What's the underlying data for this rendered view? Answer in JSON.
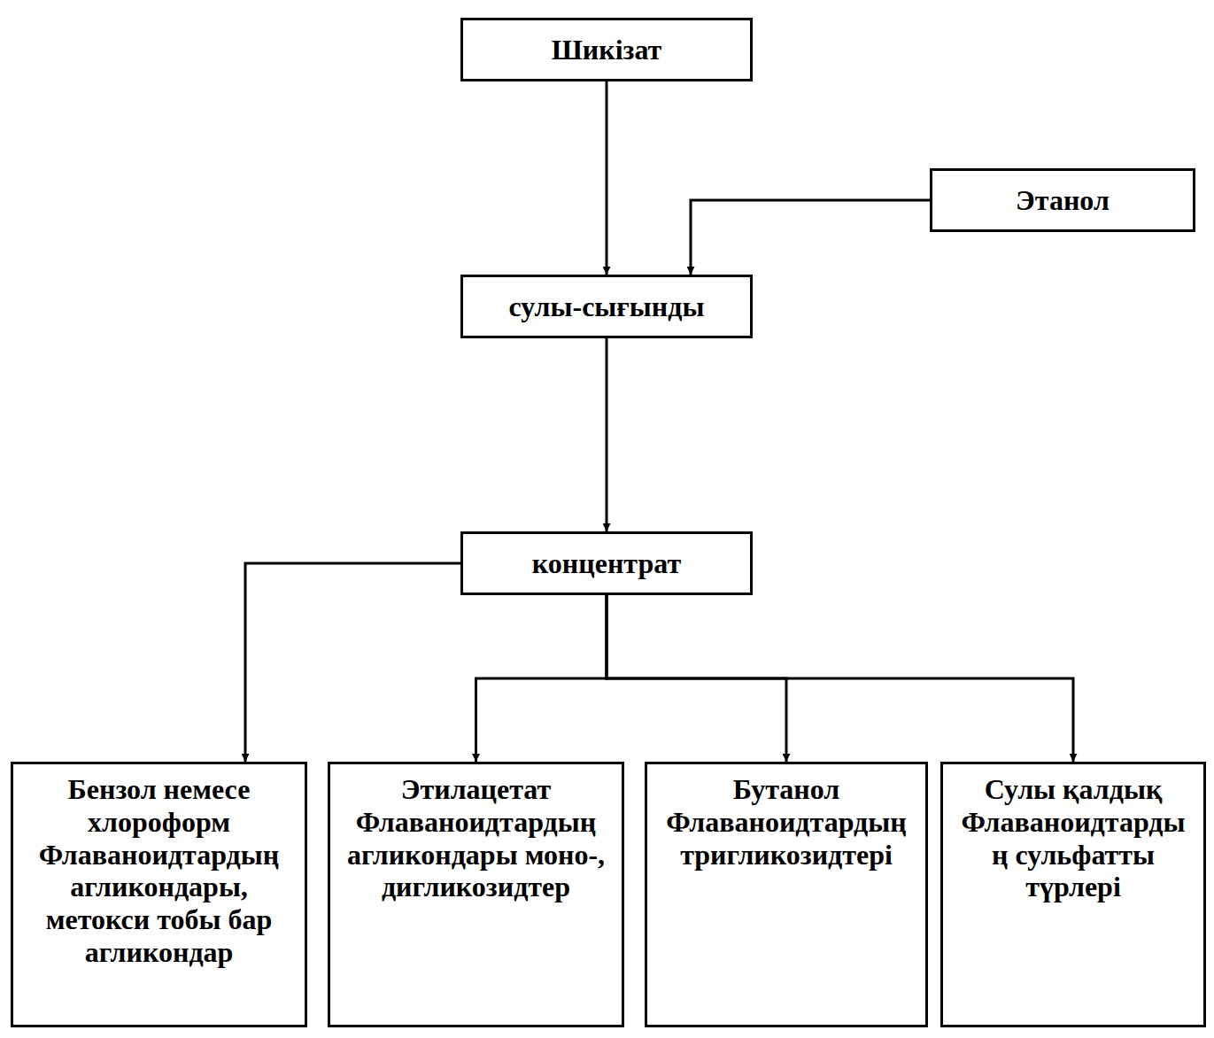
{
  "diagram": {
    "nodes": [
      {
        "text": [
          "Шикізат"
        ]
      },
      {
        "text": [
          "Этанол"
        ]
      },
      {
        "text": [
          "сулы-сығынды"
        ]
      },
      {
        "text": [
          "концентрат"
        ]
      },
      {
        "text": [
          "Бензол немесе хлороформ",
          "Флаваноидтардың агликондары, метокси тобы бар агликондар"
        ]
      },
      {
        "text": [
          "Этилацетат",
          "Флаваноидтардың агликондары моно-, дигликозидтер"
        ]
      },
      {
        "text": [
          "Бутанол",
          "Флаваноидтардың тригликозидтері"
        ]
      },
      {
        "text": [
          "Сулы қалдық",
          "Флаваноидтардың сульфатты түрлері"
        ]
      }
    ],
    "edges": [
      {
        "from": 0,
        "to": 2,
        "arrow": "to"
      },
      {
        "from": 1,
        "to": 2,
        "arrow": "to"
      },
      {
        "from": 2,
        "to": 3,
        "arrow": "to"
      },
      {
        "from": 3,
        "to": 4,
        "arrow": "to"
      },
      {
        "from": 3,
        "to": 5,
        "arrow": "to"
      },
      {
        "from": 3,
        "to": 6,
        "arrow": "to"
      },
      {
        "from": 3,
        "to": 7,
        "arrow": "to"
      }
    ]
  }
}
